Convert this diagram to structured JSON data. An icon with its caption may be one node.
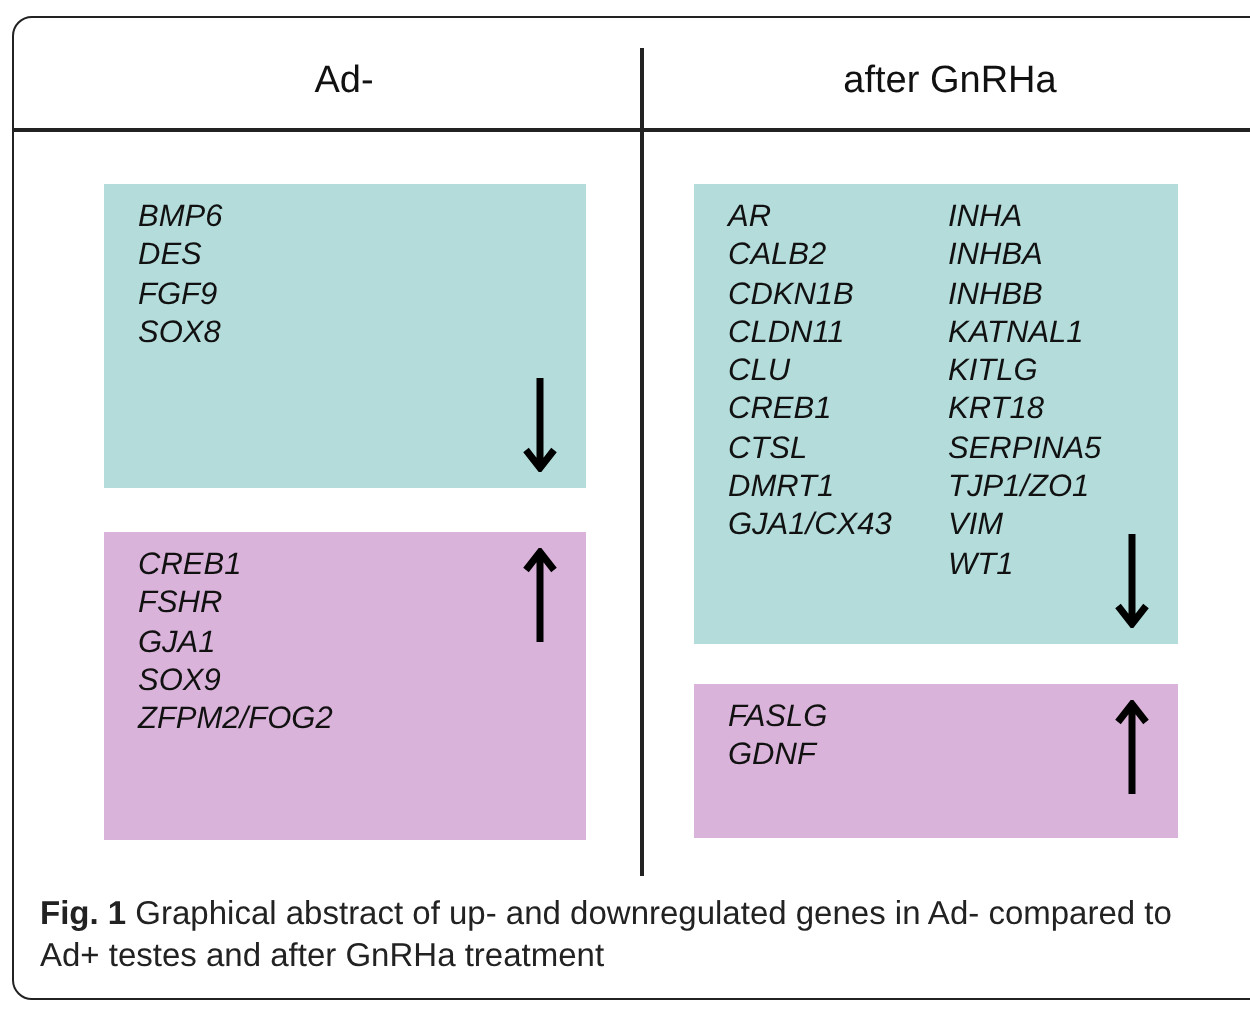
{
  "diagram": {
    "caption": "**Fig. 1** Graphical abstract of up- and downregulated genes in Ad- compared to Ad+ testes and after GnRHa treatment",
    "labels": [
      "Ad-",
      "after GnRHa"
    ],
    "nodes": [
      {
        "text": [
          "BMP6",
          "DES",
          "FGF9",
          "SOX8"
        ]
      },
      {
        "text": [
          "CREB1",
          "FSHR",
          "GJA1",
          "SOX9",
          "ZFPM2/FOG2"
        ]
      },
      {
        "text": [
          "AR",
          "CALB2",
          "CDKN1B",
          "CLDN11",
          "CLU",
          "CREB1",
          "CTSL",
          "DMRT1",
          "GJA1/CX43",
          "INHA",
          "INHBA",
          "INHBB",
          "KATNAL1",
          "KITLG",
          "KRT18",
          "SERPINA5",
          "TJP1/ZO1",
          "VIM",
          "WT1"
        ]
      },
      {
        "text": [
          "FASLG",
          "GDNF"
        ]
      }
    ]
  }
}
